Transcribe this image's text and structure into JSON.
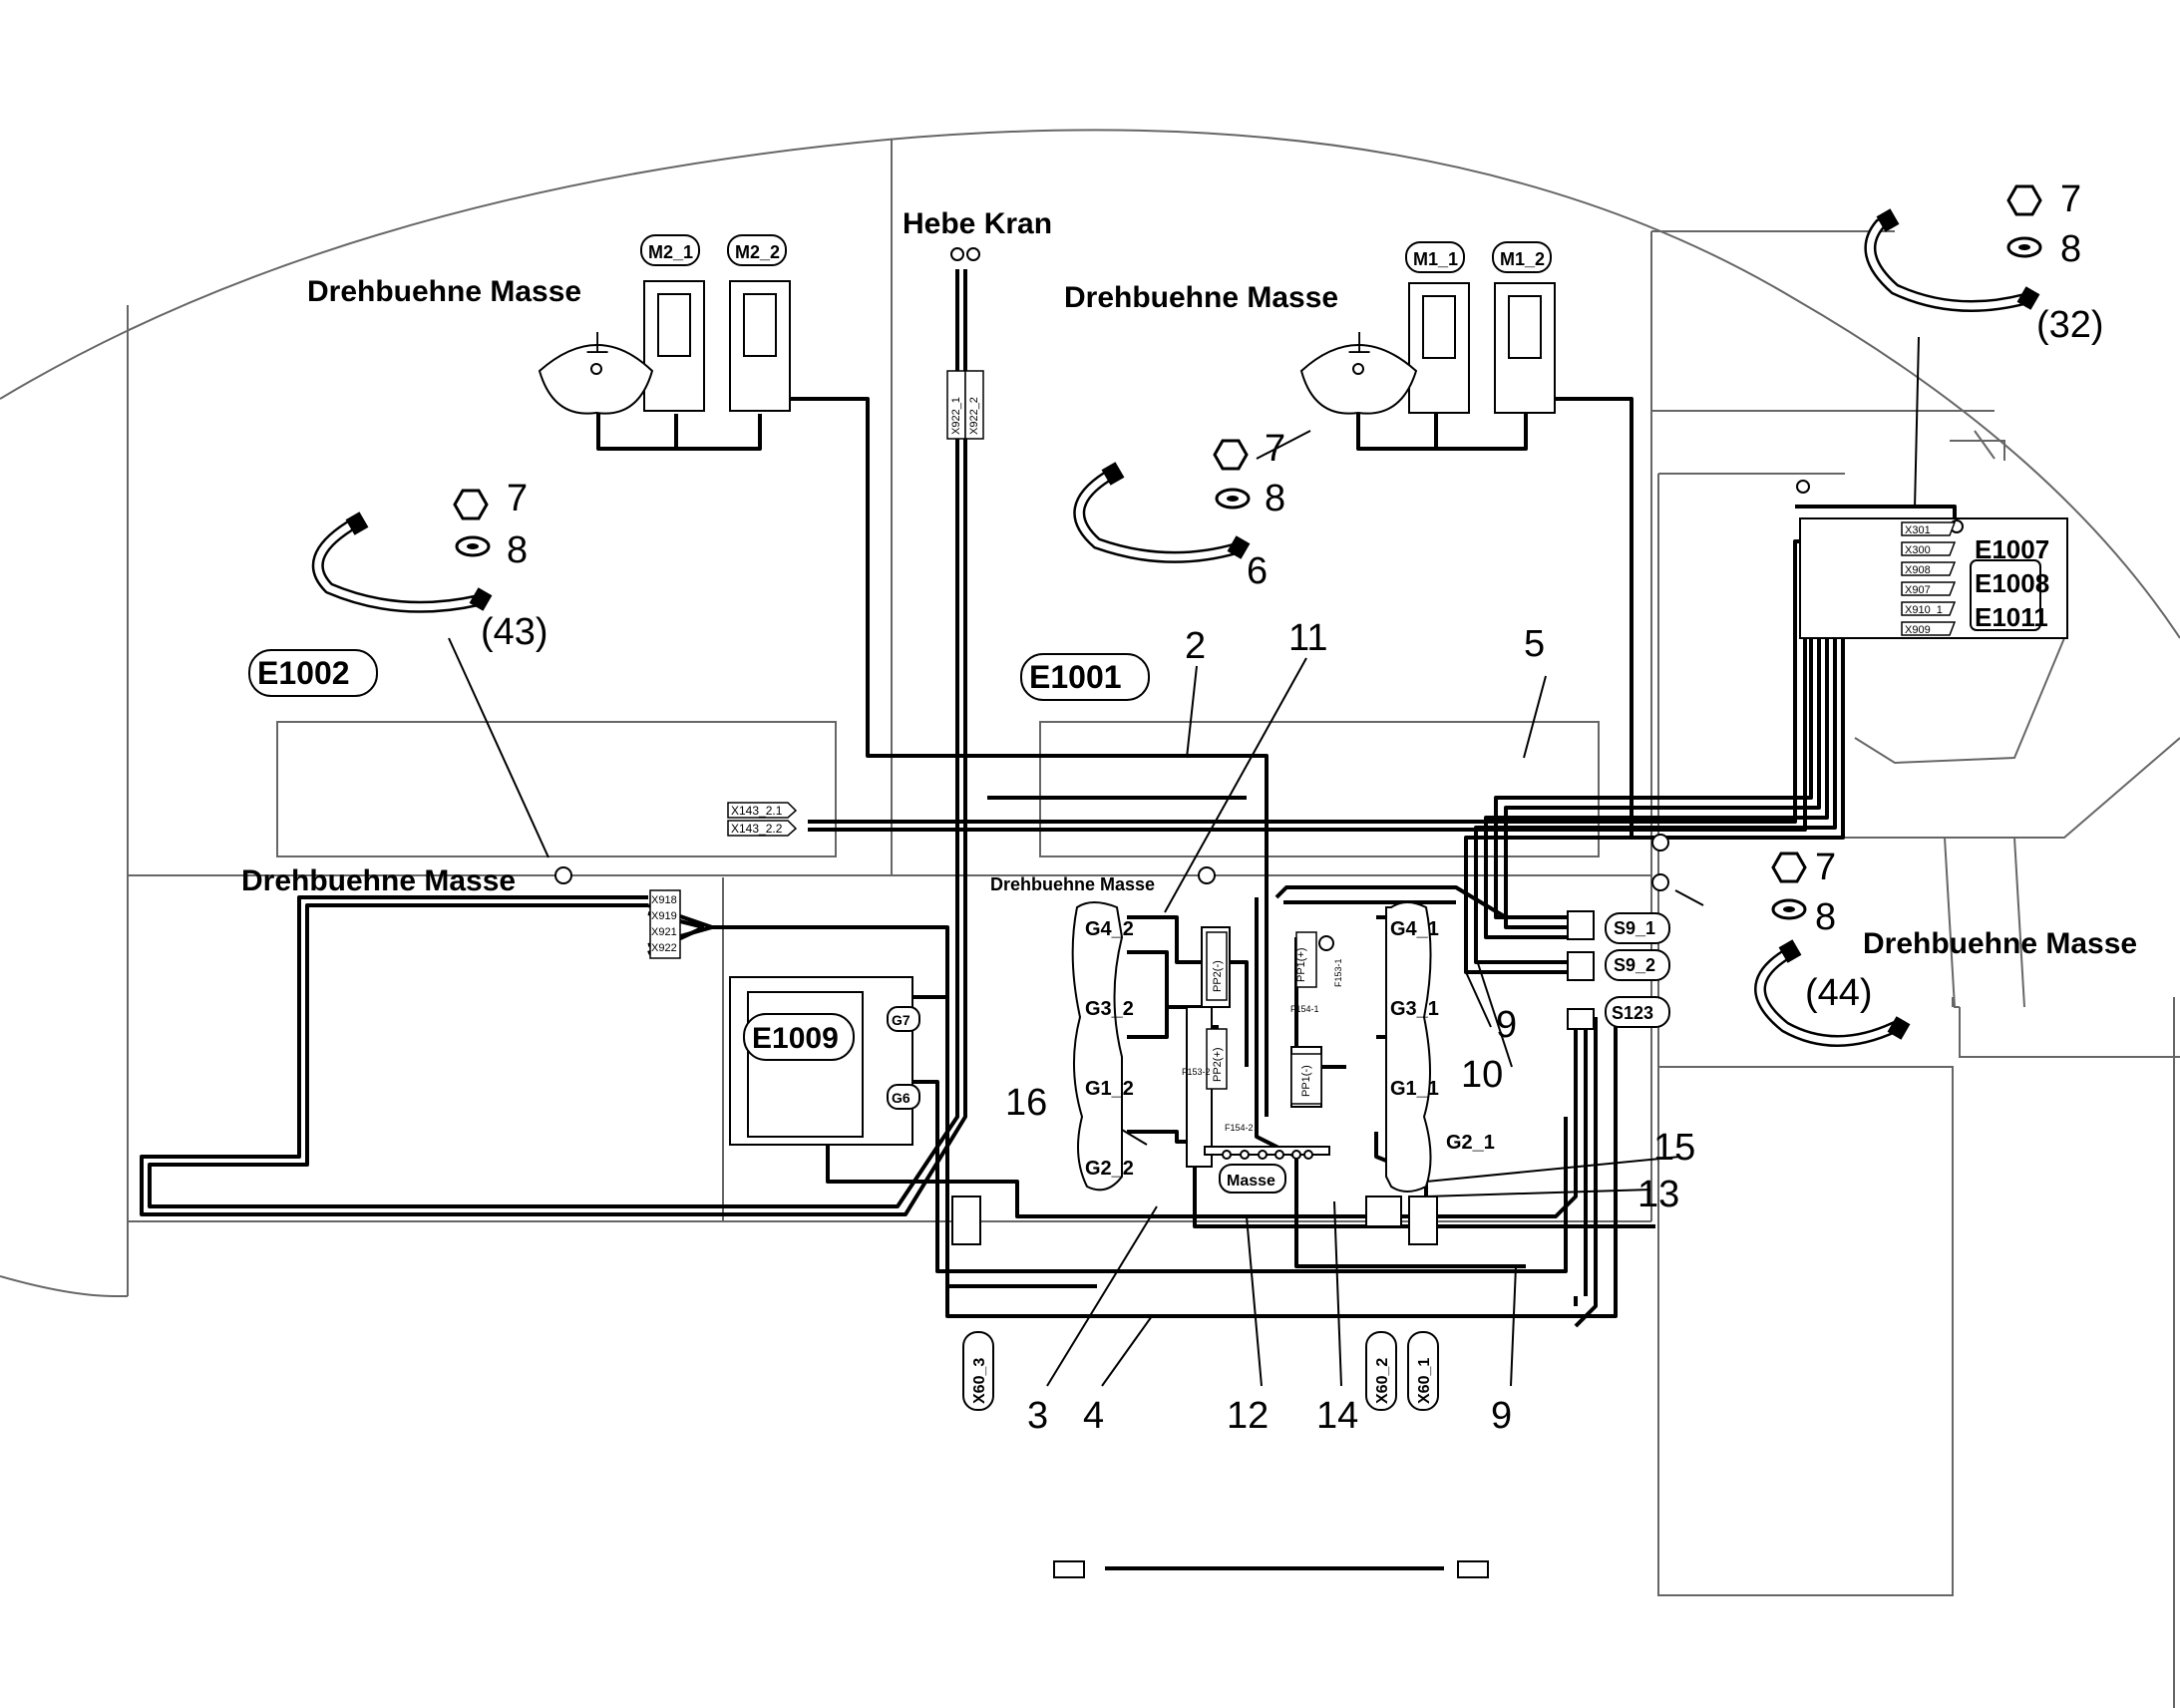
{
  "labels": {
    "hebe_kran": "Hebe Kran",
    "drehbuehne_masse": "Drehbuehne Masse",
    "masse": "Masse"
  },
  "components": {
    "m2_1": "M2_1",
    "m2_2": "M2_2",
    "m1_1": "M1_1",
    "m1_2": "M1_2",
    "e1002": "E1002",
    "e1001": "E1001",
    "e1009": "E1009",
    "e1007": "E1007",
    "e1008": "E1008",
    "e1011": "E1011",
    "s9_1": "S9_1",
    "s9_2": "S9_2",
    "s123": "S123",
    "g4_2": "G4_2",
    "g3_2": "G3_2",
    "g1_2": "G1_2",
    "g2_2": "G2_2",
    "g4_1": "G4_1",
    "g3_1": "G3_1",
    "g1_1": "G1_1",
    "g2_1": "G2_1",
    "g6": "G6",
    "g7": "G7",
    "x60_1": "X60_1",
    "x60_2": "X60_2",
    "x60_3": "X60_3"
  },
  "connectors": {
    "x922_1": "X922_1",
    "x922_2": "X922_2",
    "x143_2_1": "X143_2.1",
    "x143_2_2": "X143_2.2",
    "x918": "X918",
    "x919": "X919",
    "x921": "X921",
    "x922": "X922",
    "x301": "X301",
    "x300": "X300",
    "x908": "X908",
    "x907": "X907",
    "x910_1": "X910_1",
    "x909": "X909",
    "pp1_plus": "PP1(+)",
    "pp1_minus": "PP1(-)",
    "pp2_plus": "PP2(+)",
    "pp2_minus": "PP2(-)",
    "f153_1": "F153-1",
    "f154_1": "F154-1",
    "f153_2": "F153-2",
    "f154_2": "F154-2"
  },
  "callouts": {
    "n2": "2",
    "n3": "3",
    "n4": "4",
    "n5": "5",
    "n6": "6",
    "n7": "7",
    "n8": "8",
    "n9": "9",
    "n10": "10",
    "n11": "11",
    "n12": "12",
    "n13": "13",
    "n14": "14",
    "n15": "15",
    "n16": "16",
    "p32": "(32)",
    "p43": "(43)",
    "p44": "(44)"
  }
}
